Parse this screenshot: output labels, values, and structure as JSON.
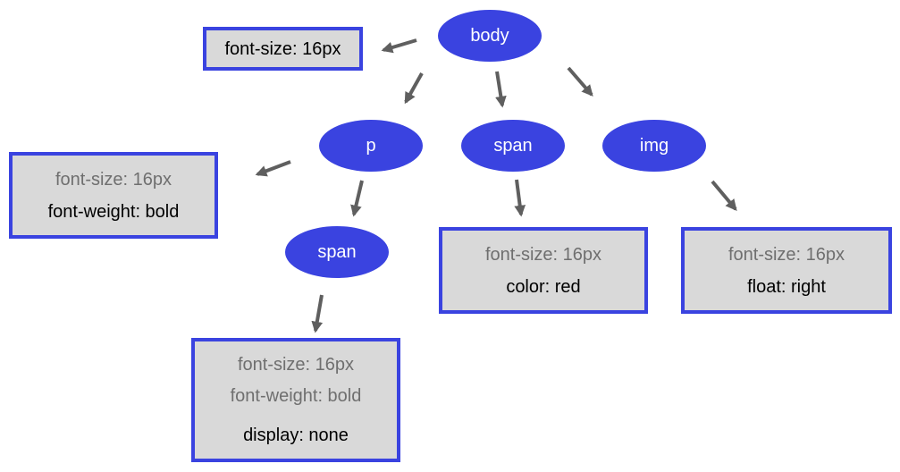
{
  "colors": {
    "node_fill": "#3a43e0",
    "box_border": "#3a43e0",
    "box_fill": "#d9d9d9",
    "arrow": "#5f5f5f",
    "inherited_text": "#6f6f6f",
    "own_text": "#000000"
  },
  "nodes": {
    "body": "body",
    "p": "p",
    "span_child": "span",
    "img": "img",
    "p_span": "span"
  },
  "boxes": {
    "body": {
      "own": [
        "font-size: 16px"
      ]
    },
    "p": {
      "inherited": [
        "font-size: 16px"
      ],
      "own": [
        "font-weight: bold"
      ]
    },
    "span_child": {
      "inherited": [
        "font-size: 16px"
      ],
      "own": [
        "color: red"
      ]
    },
    "img": {
      "inherited": [
        "font-size: 16px"
      ],
      "own": [
        "float: right"
      ]
    },
    "p_span": {
      "inherited": [
        "font-size: 16px",
        "font-weight: bold"
      ],
      "own": [
        "display: none"
      ]
    }
  }
}
